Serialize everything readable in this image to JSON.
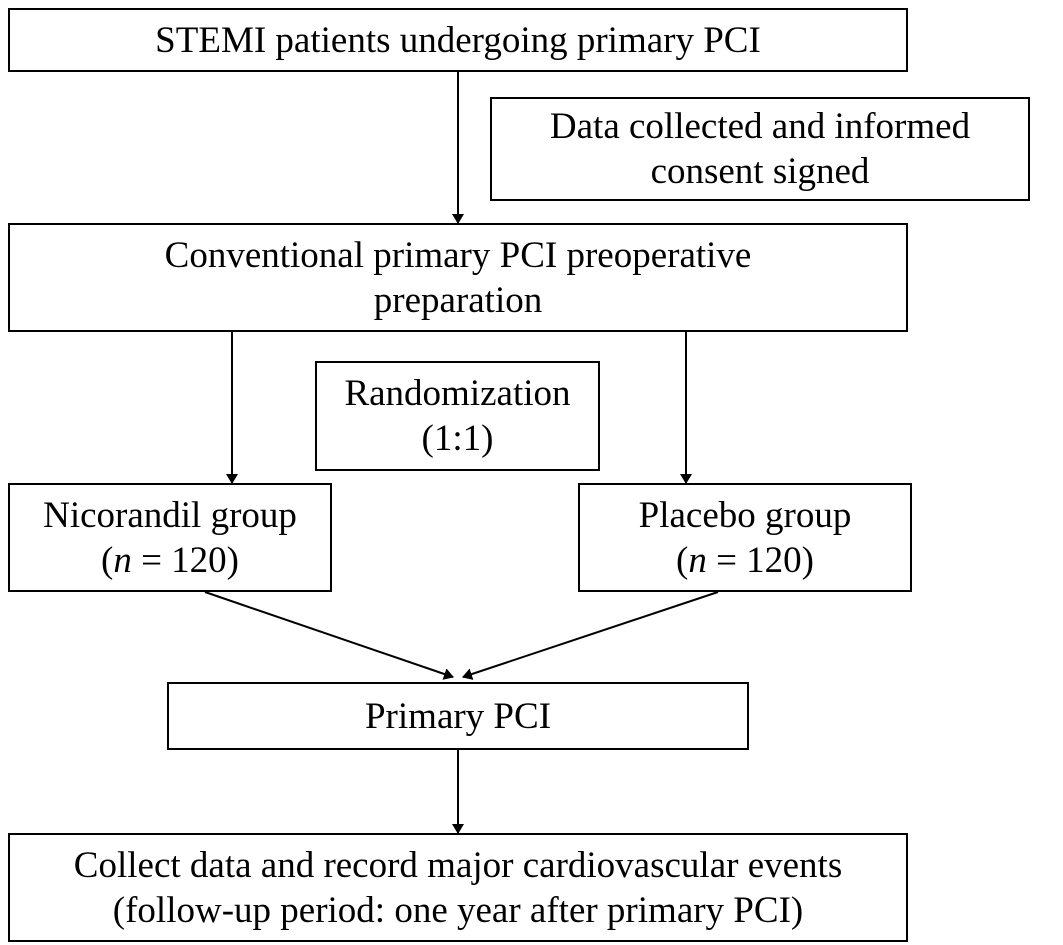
{
  "nodes": {
    "stemi": {
      "lines": [
        "STEMI patients undergoing primary PCI"
      ]
    },
    "consent": {
      "lines": [
        "Data collected and informed",
        "consent signed"
      ]
    },
    "prep": {
      "lines": [
        "Conventional primary PCI preoperative",
        "preparation"
      ]
    },
    "randomization": {
      "lines": [
        "Randomization",
        "(1:1)"
      ]
    },
    "nicorandil": {
      "label": "Nicorandil group",
      "n_var": "n",
      "n_rest": " = 120)",
      "open_paren": "("
    },
    "placebo": {
      "label": "Placebo group",
      "n_var": "n",
      "n_rest": " = 120)",
      "open_paren": "("
    },
    "primary_pci": {
      "lines": [
        "Primary PCI"
      ]
    },
    "collect": {
      "lines": [
        "Collect data and record major cardiovascular events",
        "(follow-up period: one year after primary PCI)"
      ]
    }
  },
  "edges": [
    {
      "from": "stemi",
      "to": "prep"
    },
    {
      "from": "prep",
      "to": "nicorandil"
    },
    {
      "from": "prep",
      "to": "placebo"
    },
    {
      "from": "nicorandil",
      "to": "primary_pci"
    },
    {
      "from": "placebo",
      "to": "primary_pci"
    },
    {
      "from": "primary_pci",
      "to": "collect"
    }
  ]
}
